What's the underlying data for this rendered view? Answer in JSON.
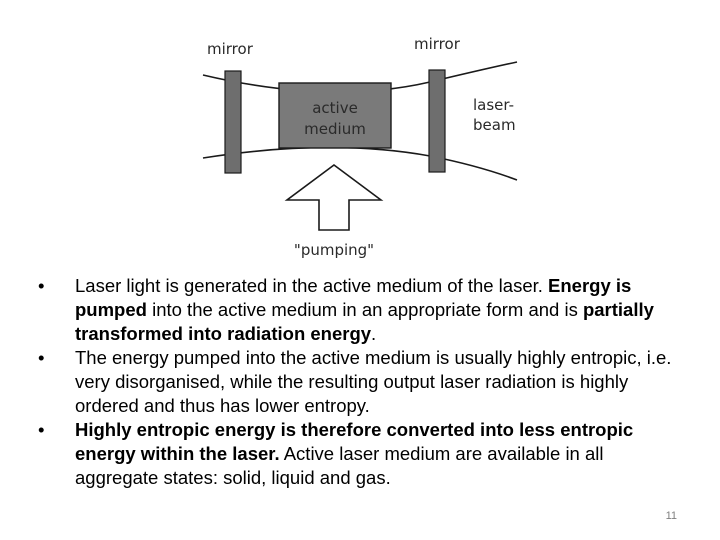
{
  "diagram": {
    "mirror_left_label": "mirror",
    "mirror_right_label": "mirror",
    "medium_label_line1": "active",
    "medium_label_line2": "medium",
    "beam_label_line1": "laser-",
    "beam_label_line2": "beam",
    "pump_label": "\"pumping\"",
    "colors": {
      "mirror": "#6e6e6e",
      "medium": "#7a7a7a",
      "outline": "#1a1a1a"
    }
  },
  "bullets": {
    "marker": "•",
    "b1": {
      "t1": "Laser light is generated in the active medium of the laser. ",
      "b1": "Energy is pumped",
      "t2": " into the active medium in an appropriate form and is ",
      "b2": "partially transformed into radiation energy",
      "t3": "."
    },
    "b2": {
      "t1": "The energy pumped into the active medium is usually highly entropic, i.e. very disorganised, while the resulting output laser radiation is highly ordered and thus has lower entropy."
    },
    "b3": {
      "b1": "Highly entropic energy is therefore converted into less entropic energy within the laser.",
      "t1": " Active laser medium are available in all aggregate states: solid, liquid and gas."
    }
  },
  "page_number": "11"
}
